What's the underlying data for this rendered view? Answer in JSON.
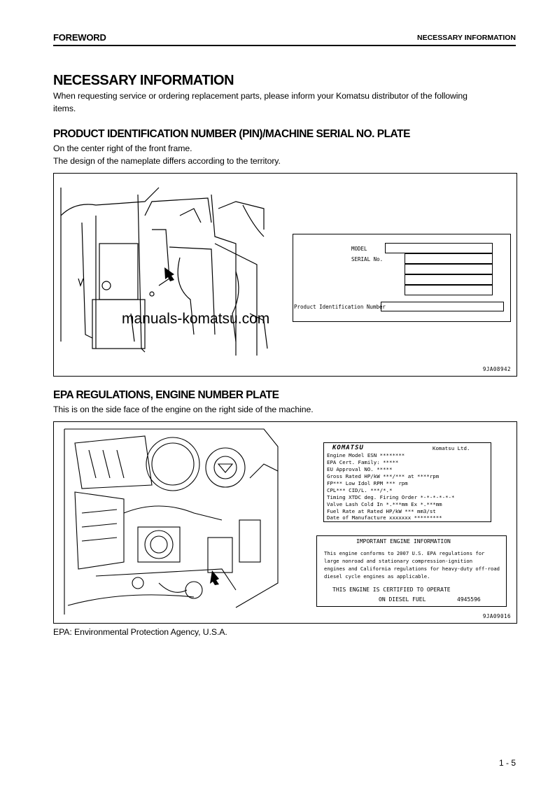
{
  "header": {
    "left": "FOREWORD",
    "right": "NECESSARY INFORMATION"
  },
  "title": "NECESSARY INFORMATION",
  "intro": [
    "When requesting service or ordering replacement parts, please inform your Komatsu distributor of the following",
    "items."
  ],
  "section1": {
    "heading": "PRODUCT IDENTIFICATION NUMBER (PIN)/MACHINE SERIAL NO. PLATE",
    "lines": [
      "On the center right of the front frame.",
      "The design of the nameplate differs according to the territory."
    ],
    "figure_code": "9JA08942",
    "plate": {
      "model": "MODEL",
      "serial": "SERIAL No.",
      "pin": "Product Identification Number"
    }
  },
  "watermark": "manuals-komatsu.com",
  "section2": {
    "heading": "EPA REGULATIONS, ENGINE NUMBER PLATE",
    "line": "This is on the side face of the engine on the right side of the machine.",
    "figure_code": "9JA09016",
    "engine_plate": {
      "brand": "KOMATSU",
      "company": "Komatsu Ltd.",
      "rows": [
        "Engine Model        ESN  ********",
        "EPA Cert. Family: *****",
        "EU Approval NO.  *****",
        "Gross Rated HP/kW     ***/*** at ****rpm",
        "FP***                 Low Idol RPM *** rpm",
        "CPL***                CID/L.  ***/*.*",
        "Timing XTDC   deg.    Firing Order *-*-*-*-*-*",
        "Valve Lash Cold       In *.***mm Ex *.***mm",
        "Fuel Rate at Rated HP/kW *** mm3/st",
        "Date of Manufacture   xxxxxxx  *********"
      ]
    },
    "important_plate": {
      "title": "IMPORTANT ENGINE INFORMATION",
      "lines": [
        "This engine conforms to 2007 U.S. EPA regulations for",
        "large nonroad and stationary compression-ignition",
        "engines and California regulations for heavy-duty off-road",
        "diesel cycle engines as applicable."
      ],
      "certified": "THIS ENGINE IS CERTIFIED TO OPERATE",
      "fuel": "ON DIESEL FUEL",
      "number": "4945596"
    }
  },
  "footnote": "EPA: Environmental Protection Agency, U.S.A.",
  "page_number": "1 - 5"
}
